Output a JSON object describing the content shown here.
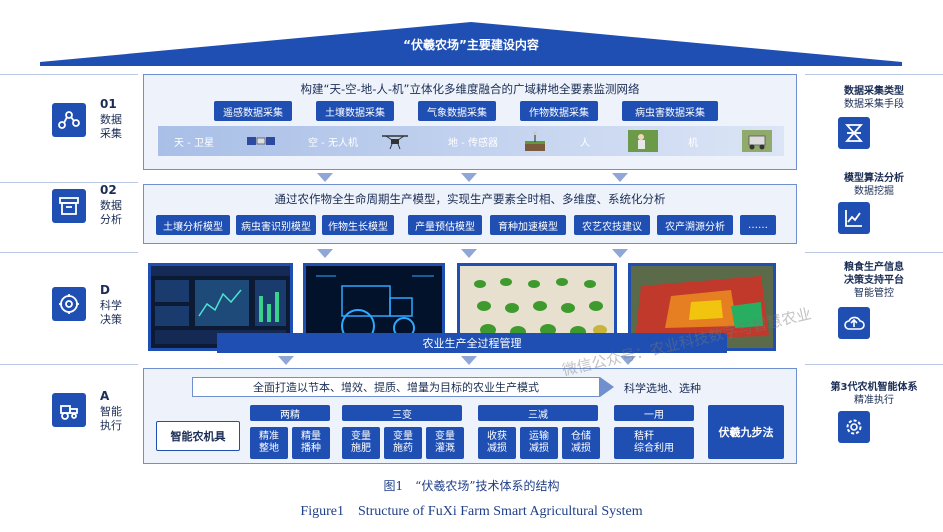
{
  "banner": {
    "title": "“伏羲农场”主要建设内容"
  },
  "left": [
    {
      "num": "01",
      "label": "数据采集",
      "icon": "network-nodes-icon"
    },
    {
      "num": "02",
      "label": "数据分析",
      "icon": "archive-box-icon"
    },
    {
      "num": "D",
      "label": "科学决策",
      "icon": "brain-gear-icon"
    },
    {
      "num": "A",
      "label": "智能执行",
      "icon": "tractor-icon"
    }
  ],
  "collect": {
    "title": "构建“天-空-地-人-机”立体化多维度融合的广域耕地全要素监测网络",
    "chips": [
      "遥感数据采集",
      "土壤数据采集",
      "气象数据采集",
      "作物数据采集",
      "病虫害数据采集"
    ],
    "layers": [
      "天 - 卫星",
      "空 - 无人机",
      "地 - 传感器",
      "人",
      "机"
    ]
  },
  "analysis": {
    "title": "通过农作物全生命周期生产模型，实现生产要素全时相、多维度、系统化分析",
    "chips": [
      "土壤分析模型",
      "病虫害识别模型",
      "作物生长模型",
      "产量预估模型",
      "育种加速模型",
      "农艺农技建议",
      "农产溯源分析",
      "……"
    ]
  },
  "decision": {
    "bar": "农业生产全过程管理"
  },
  "execute": {
    "title": "全面打造以节本、增效、提质、增量为目标的农业生产模式",
    "side_text": "科学选地、选种",
    "machine": "智能农机具",
    "groups": [
      {
        "header": "两精",
        "items": [
          "精准\n整地",
          "精量\n播种"
        ]
      },
      {
        "header": "三变",
        "items": [
          "变量\n施肥",
          "变量\n施药",
          "变量\n灌溉"
        ]
      },
      {
        "header": "三减",
        "items": [
          "收获\n减损",
          "运输\n减损",
          "仓储\n减损"
        ]
      },
      {
        "header": "一用",
        "items": [
          "秸秆\n综合利用"
        ]
      }
    ],
    "nine_steps": "伏羲九步法"
  },
  "right": [
    {
      "t1": "数据采集类型",
      "t2": "数据采集手段",
      "icon": "layers-icon"
    },
    {
      "t1": "模型算法分析",
      "t2": "数据挖掘",
      "icon": "line-chart-icon"
    },
    {
      "t1": "粮食生产信息",
      "t2": "决策支持平台",
      "t3": "智能管控",
      "icon": "cloud-upload-icon"
    },
    {
      "t1": "第3代农机智能体系",
      "t2": "精准执行",
      "icon": "gear-icon"
    }
  ],
  "caption": {
    "cn": "图1　“伏羲农场”技术体系的结构",
    "en": "Figure1　Structure of FuXi Farm Smart Agricultural System"
  },
  "watermark": "微信公众号：农业科技数字与智慧农业",
  "colors": {
    "primary": "#1f4fb3",
    "panel": "#eef3fb",
    "text": "#1b2d55"
  }
}
